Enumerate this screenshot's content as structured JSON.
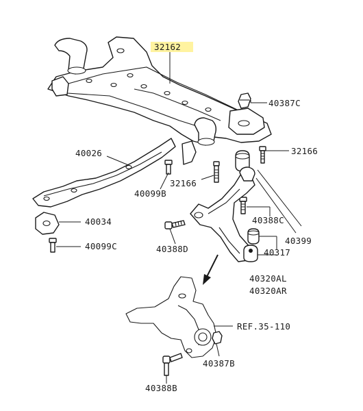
{
  "labels": {
    "p32162": "32162",
    "p40387C": "40387C",
    "p32166_right": "32166",
    "p40026": "40026",
    "p40099B": "40099B",
    "p32166_center": "32166",
    "p40034": "40034",
    "p40388C": "40388C",
    "p40099C": "40099C",
    "p40388D": "40388D",
    "p40399": "40399",
    "p40317": "40317",
    "p40320AL": "40320AL",
    "p40320AR": "40320AR",
    "ref": "REF.35-110",
    "p40387B": "40387B",
    "p40388B": "40388B"
  },
  "colors": {
    "highlight": "#fff3a0",
    "ink": "#1a1a1a"
  }
}
